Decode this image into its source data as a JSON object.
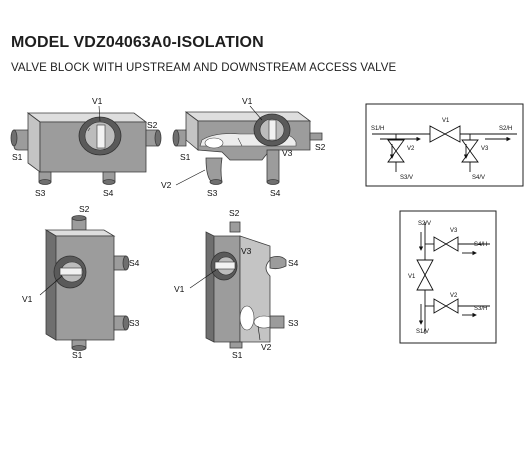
{
  "header": {
    "title": "MODEL VDZ04063A0-ISOLATION",
    "subtitle": "VALVE BLOCK WITH UPSTREAM AND DOWNSTREAM ACCESS VALVE"
  },
  "drawings": {
    "top_left": {
      "v1": "V1",
      "s1": "S1",
      "s2": "S2",
      "s3": "S3",
      "s4": "S4"
    },
    "top_mid": {
      "v1": "V1",
      "v2": "V2",
      "v3": "V3",
      "s1": "S1",
      "s2": "S2",
      "s3": "S3",
      "s4": "S4"
    },
    "bottom_left": {
      "v1": "V1",
      "s1": "S1",
      "s2": "S2",
      "s3": "S3",
      "s4": "S4"
    },
    "bottom_mid": {
      "v1": "V1",
      "v2": "V2",
      "v3": "V3",
      "s1": "S1",
      "s2": "S2",
      "s3": "S3",
      "s4": "S4"
    }
  },
  "schematic_horizontal": {
    "s1h": "S1/H",
    "s2h": "S2/H",
    "s3v": "S3/V",
    "s4v": "S4/V",
    "v1": "V1",
    "v2": "V2",
    "v3": "V3"
  },
  "schematic_vertical": {
    "s2v": "S2/V",
    "s1v": "S1/V",
    "s4h": "S4/H",
    "s3h": "S3/H",
    "v1": "V1",
    "v2": "V2",
    "v3": "V3"
  }
}
